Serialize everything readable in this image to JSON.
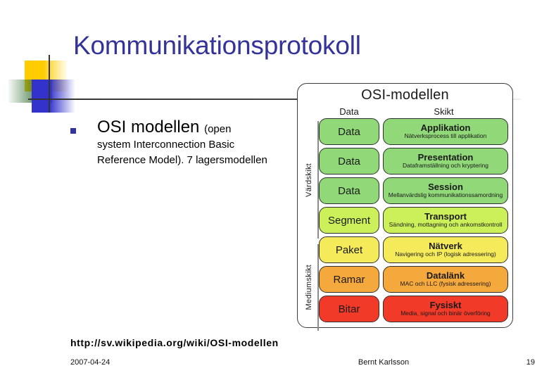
{
  "slide": {
    "title": "Kommunikationsprotokoll",
    "bullet": {
      "lead": "OSI modellen",
      "lead_suffix": "(open",
      "rest": "system Interconnection Basic Reference Model). 7 lagersmodellen"
    }
  },
  "figure": {
    "title": "OSI-modellen",
    "col_data": "Data",
    "col_layer": "Skikt",
    "side_labels": {
      "host": "Värdskikt",
      "media": "Mediumskikt"
    },
    "rows": [
      {
        "data": "Data",
        "name": "Applikation",
        "desc": "Nätverksprocess till applikation",
        "color": "#90d878",
        "group": "host"
      },
      {
        "data": "Data",
        "name": "Presentation",
        "desc": "Dataframställning och kryptering",
        "color": "#90d878",
        "group": "host"
      },
      {
        "data": "Data",
        "name": "Session",
        "desc": "Mellanvärdslig kommunikationssamordning",
        "color": "#90d878",
        "group": "host"
      },
      {
        "data": "Segment",
        "name": "Transport",
        "desc": "Sändning, mottagning och ankomstkontroll",
        "color": "#ccf05a",
        "group": "host"
      },
      {
        "data": "Paket",
        "name": "Nätverk",
        "desc": "Navigering och IP (logisk adressering)",
        "color": "#f5eb5a",
        "group": "media"
      },
      {
        "data": "Ramar",
        "name": "Datalänk",
        "desc": "MAC och LLC (fysisk adressering)",
        "color": "#f5a83c",
        "group": "media"
      },
      {
        "data": "Bitar",
        "name": "Fysiskt",
        "desc": "Media, signal och binär överföring",
        "color": "#f23a28",
        "group": "media"
      }
    ]
  },
  "footer": {
    "source_url": "http://sv.wikipedia.org/wiki/OSI-modellen",
    "date": "2007-04-24",
    "author": "Bernt Karlsson",
    "page": "19"
  },
  "colors": {
    "title": "#333399",
    "bullet_marker": "#333399",
    "deco_yellow": "#ffcc00",
    "deco_blue": "#3333cc",
    "deco_green": "#2e6b2e"
  }
}
